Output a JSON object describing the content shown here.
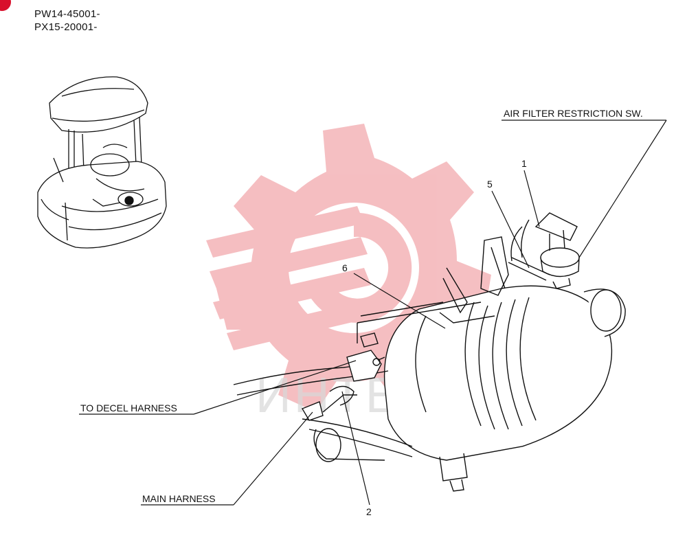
{
  "serials": [
    "PW14-45001-",
    "PX15-20001-"
  ],
  "labels": {
    "air_filter_sw": "AIR FILTER RESTRICTION SW.",
    "to_decel": "TO DECEL HARNESS",
    "main_harness": "MAIN HARNESS"
  },
  "callouts": {
    "n1": "1",
    "n2": "2",
    "n5": "5",
    "n6": "6"
  },
  "watermark": {
    "text": "ИНТЕХ",
    "color": "#f2a9ad"
  },
  "colors": {
    "line": "#111111",
    "badge": "#d8102c"
  }
}
